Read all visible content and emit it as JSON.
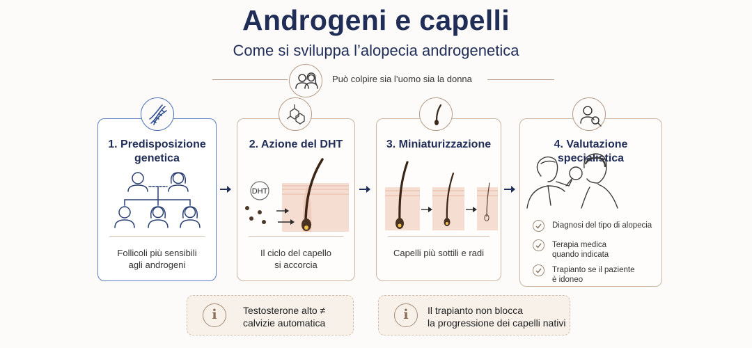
{
  "title": "Androgeni e capelli",
  "subtitle": "Come si sviluppa l’alopecia androgenetica",
  "audience": {
    "text": "Può colpire sia l’uomo sia la donna",
    "icon": "man-woman-icon"
  },
  "steps": [
    {
      "title_line1": "1. Predisposizione",
      "title_line2": "genetica",
      "desc_line1": "Follicoli più sensibili",
      "desc_line2": "agli androgeni",
      "icon": "dna-icon",
      "illustration": "family-tree"
    },
    {
      "title_line1": "2. Azione del DHT",
      "title_line2": "",
      "label": "DHT",
      "desc_line1": "Il ciclo del capello",
      "desc_line2": "si accorcia",
      "icon": "molecule-icon",
      "illustration": "hair-follicle"
    },
    {
      "title_line1": "3. Miniaturizzazione",
      "title_line2": "",
      "desc_line1": "Capelli più sottili e radi",
      "desc_line2": "",
      "icon": "hair-strand-icon",
      "illustration": "miniaturizing-follicles"
    },
    {
      "title_line1": "4. Valutazione",
      "title_line2": "specialistica",
      "checks": [
        {
          "line1": "Diagnosi del tipo di alopecia",
          "line2": ""
        },
        {
          "line1": "Terapia medica",
          "line2": "quando indicata"
        },
        {
          "line1": "Trapianto se il paziente",
          "line2": "è idoneo"
        }
      ],
      "icon": "doctor-magnifier-icon",
      "illustration": "doctor-examining-patient"
    }
  ],
  "notes": [
    {
      "line1": "Testosterone alto ≠",
      "line2": "calvizie automatica",
      "icon": "info-icon"
    },
    {
      "line1": "Il trapianto non blocca",
      "line2": "la progressione dei capelli nativi",
      "icon": "info-icon"
    }
  ],
  "colors": {
    "navy": "#1f2d57",
    "accent_blue": "#4a6fb0",
    "tan": "#b49a86",
    "skin": "#f4d9cc",
    "follicle": "#4a3221"
  }
}
